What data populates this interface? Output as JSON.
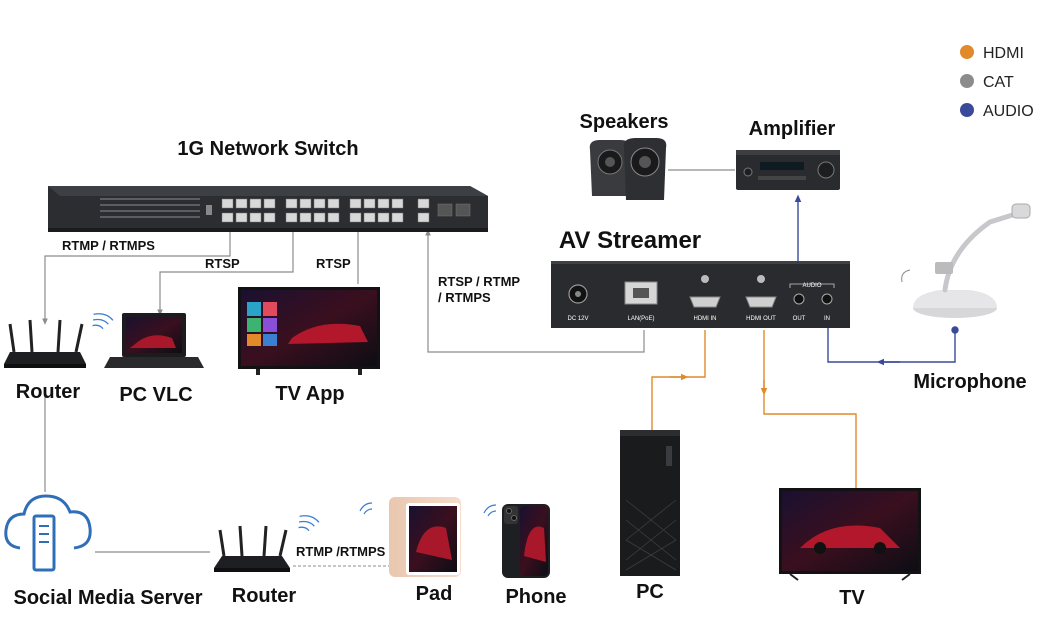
{
  "legend": [
    {
      "label": "HDMI",
      "color": "#e08a2c"
    },
    {
      "label": "CAT",
      "color": "#8c8c8c"
    },
    {
      "label": "AUDIO",
      "color": "#3a4a9a"
    }
  ],
  "labels": {
    "switch": "1G Network Switch",
    "speakers": "Speakers",
    "amplifier": "Amplifier",
    "av_streamer": "AV Streamer",
    "router_top": "Router",
    "pc_vlc": "PC VLC",
    "tv_app": "TV App",
    "microphone": "Microphone",
    "social_server": "Social Media Server",
    "router_bottom": "Router",
    "pad": "Pad",
    "phone": "Phone",
    "pc": "PC",
    "tv": "TV"
  },
  "links": {
    "rtmp_router": "RTMP / RTMPS",
    "rtsp_pc": "RTSP",
    "rtsp_tv": "RTSP",
    "rtsp_streamer_1": "RTSP / RTMP",
    "rtsp_streamer_2": "/ RTMPS",
    "rtmp_mobile": "RTMP /RTMPS"
  },
  "ports": {
    "dc": "DC 12V",
    "lan": "LAN(PoE)",
    "hdmi_in": "HDMI IN",
    "hdmi_out": "HDMI OUT",
    "audio": "AUDIO",
    "out": "OUT",
    "in": "IN"
  }
}
